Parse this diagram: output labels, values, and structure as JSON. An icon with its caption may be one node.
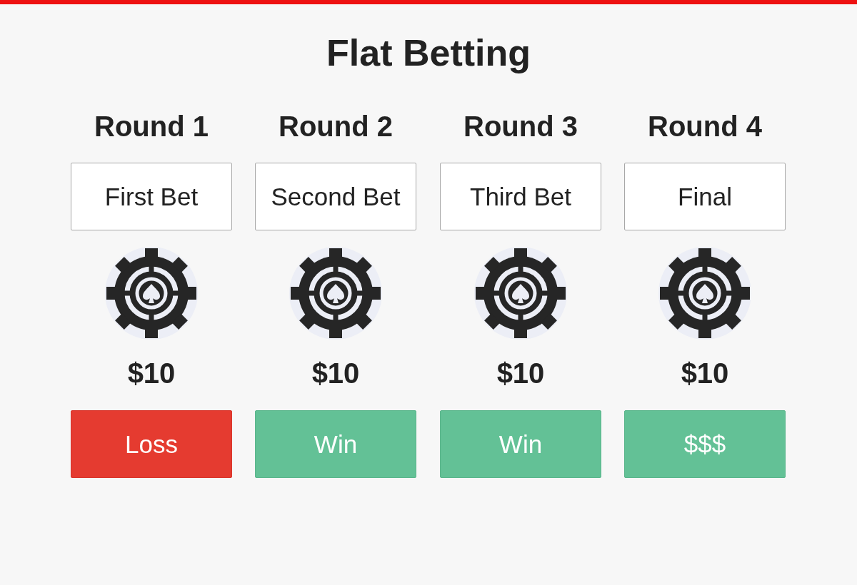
{
  "diagram": {
    "title": "Flat Betting",
    "nodes": [
      {
        "text": [
          "First Bet"
        ]
      },
      {
        "text": [
          "Second Bet"
        ]
      },
      {
        "text": [
          "Third Bet"
        ]
      },
      {
        "text": [
          "Final"
        ]
      },
      {
        "text": [
          "Loss"
        ]
      },
      {
        "text": [
          "Win"
        ]
      },
      {
        "text": [
          "Win"
        ]
      },
      {
        "text": [
          "$$$"
        ]
      }
    ],
    "labels": [
      "Round 1",
      "Round 2",
      "Round 3",
      "Round 4",
      "$10",
      "$10",
      "$10",
      "$10"
    ]
  }
}
